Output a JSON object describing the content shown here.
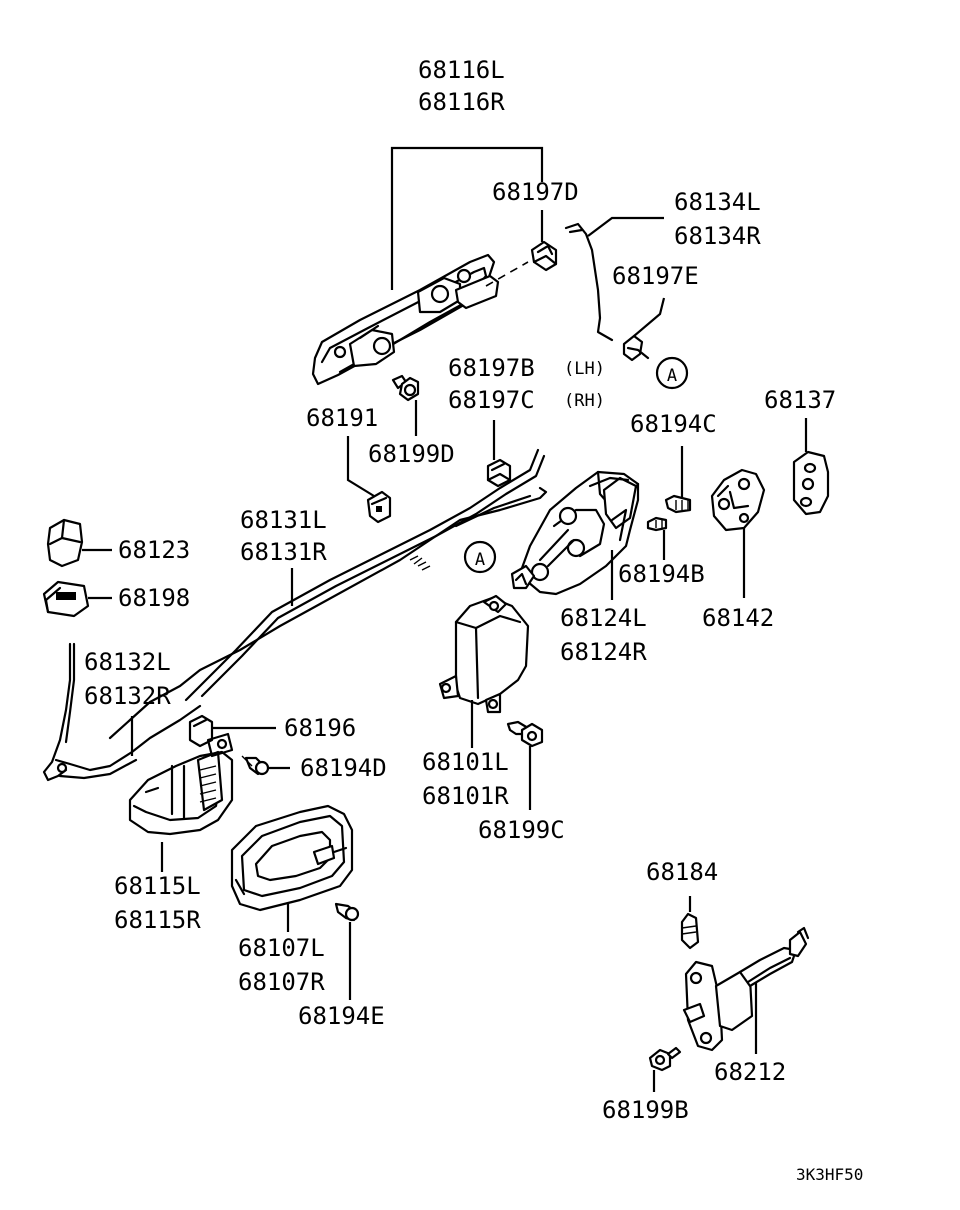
{
  "labels": {
    "p68116L": "68116L",
    "p68116R": "68116R",
    "p68197D": "68197D",
    "p68134L": "68134L",
    "p68134R": "68134R",
    "p68197E": "68197E",
    "p68197B": "68197B",
    "lh": "(LH)",
    "p68197C": "68197C",
    "rh": "(RH)",
    "p68191": "68191",
    "p68199D": "68199D",
    "p68137": "68137",
    "p68194C": "68194C",
    "p68131L": "68131L",
    "p68131R": "68131R",
    "p68123": "68123",
    "p68198": "68198",
    "p68194B": "68194B",
    "p68124L": "68124L",
    "p68124R": "68124R",
    "p68142": "68142",
    "p68132L": "68132L",
    "p68132R": "68132R",
    "p68196": "68196",
    "p68194D": "68194D",
    "p68101L": "68101L",
    "p68101R": "68101R",
    "p68199C": "68199C",
    "p68115L": "68115L",
    "p68115R": "68115R",
    "p68184": "68184",
    "p68107L": "68107L",
    "p68107R": "68107R",
    "p68194E": "68194E",
    "p68212": "68212",
    "p68199B": "68199B",
    "ref_a": "A",
    "ref_a2": "A",
    "diagram_code": "3K3HF50"
  }
}
